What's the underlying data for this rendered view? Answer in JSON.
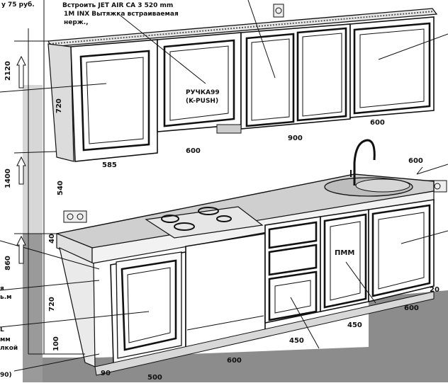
{
  "header": {
    "price_fragment": "у 75 руб.",
    "hood_note_line1": "Встроить JET AIR CA 3 520 mm",
    "hood_note_line2": "1M INX Вытяжка встраиваемая",
    "hood_note_line3": "нерж.,"
  },
  "handle_note": {
    "line1": "РУЧКА99",
    "line2": "(K-PUSH)"
  },
  "appliance_label": "ПММ",
  "left_notes": {
    "fragment1": "я",
    "fragment2": "ь.м",
    "fragment3": "L",
    "fragment4": "мм",
    "fragment5": "лкой",
    "fragment6": "90)"
  },
  "dimensions": {
    "wall_height": "2120",
    "upper_height": "720",
    "gap_height": "1400",
    "gap_to_counter": "540",
    "counter_thickness": "40",
    "base_height": "860",
    "base_cabinet_height": "720",
    "plinth": "100",
    "upper_585": "585",
    "upper_600_left": "600",
    "upper_900": "900",
    "upper_600_right": "600",
    "right_depth": "600",
    "base_90": "90",
    "base_500": "500",
    "base_600": "600",
    "base_450_drawers": "450",
    "base_450_pmm": "450",
    "base_600_right": "600",
    "right_20": "20"
  }
}
